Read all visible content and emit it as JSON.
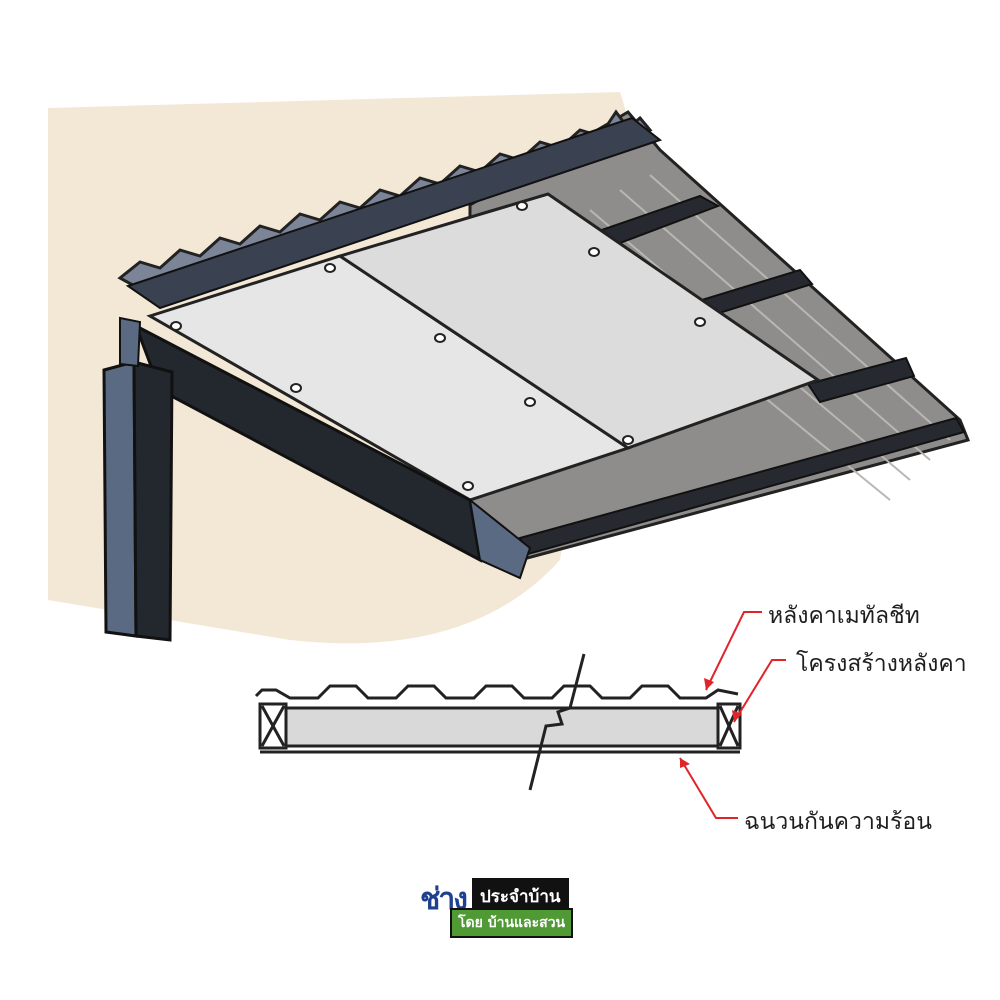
{
  "labels": {
    "roof_sheet": "หลังคาเมทัลชีท",
    "roof_structure": "โครงสร้างหลังคา",
    "insulation": "ฉนวนกันความร้อน"
  },
  "logo": {
    "mark": "ช่าง",
    "box": "ประจำบ้าน",
    "sub_prefix": "โดย",
    "sub": "บ้านและสวน"
  },
  "colors": {
    "wall": "#f3e8d6",
    "roof_sheet": "#8f8d8b",
    "steel": "#262a30",
    "steel_side": "#5a6a82",
    "insulation_board": "#d9d9d9",
    "callout_line": "#e0242a",
    "logo_blue": "#1f3f8f",
    "logo_green": "#4f9a34"
  }
}
